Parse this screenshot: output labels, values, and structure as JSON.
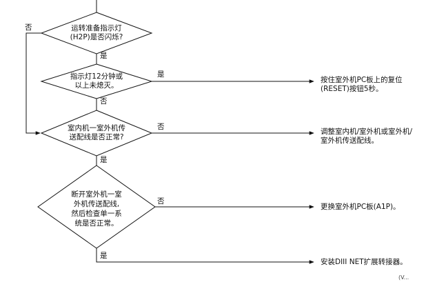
{
  "diagram": {
    "decisions": {
      "d1": [
        "运转准备指示灯",
        "(H2P)是否闪烁?"
      ],
      "d2": [
        "指示灯12分钟或",
        "以上未熄灭。"
      ],
      "d3": [
        "室内机一室外机传",
        "送配线是否正常?"
      ],
      "d4": [
        "断开室外机一室",
        "外机传送配线,",
        "然后检查单一系",
        "统是否正常。"
      ]
    },
    "actions": {
      "a1": [
        "按住室外机PC板上的复位",
        "(RESET)按钮5秒。"
      ],
      "a2": [
        "调整室内机/室外机或室外机/",
        "室外机传送配线。"
      ],
      "a3": [
        "更换室外机PC板(A1P)。"
      ],
      "a4": [
        "安装DIII NET扩展转接器。"
      ]
    },
    "edge_labels": {
      "yes": "是",
      "no": "否"
    },
    "footer_partial": "(V..."
  }
}
